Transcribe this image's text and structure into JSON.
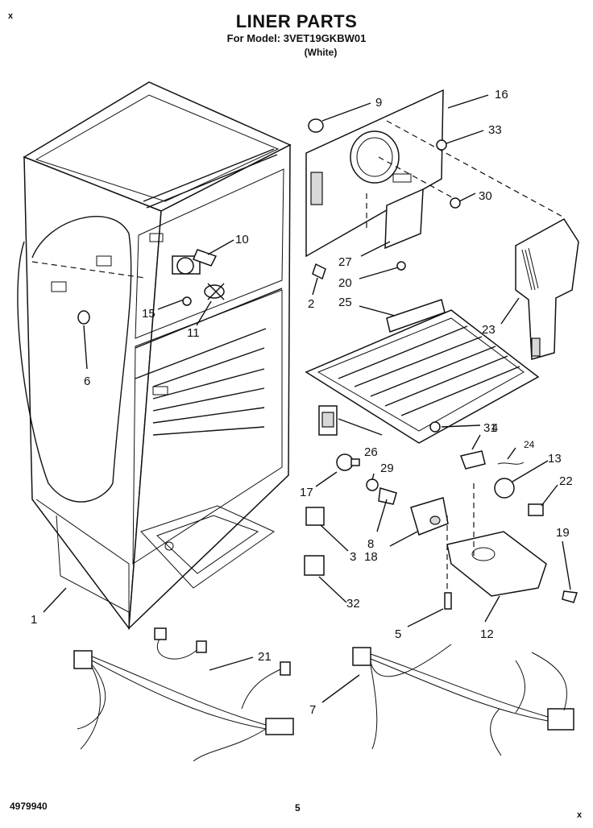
{
  "header": {
    "title": "LINER PARTS",
    "model_line": "For Model: 3VET19GKBW01",
    "variant": "(White)"
  },
  "footer": {
    "doc_number": "4979940",
    "page_number": "5"
  },
  "corner_marks": [
    "x",
    "x"
  ],
  "callouts": [
    "9",
    "16",
    "33",
    "30",
    "10",
    "27",
    "20",
    "2",
    "25",
    "23",
    "15",
    "11",
    "6",
    "31",
    "4",
    "24",
    "13",
    "22",
    "26",
    "29",
    "17",
    "8",
    "19",
    "3",
    "18",
    "12",
    "32",
    "5",
    "1",
    "21",
    "7"
  ]
}
